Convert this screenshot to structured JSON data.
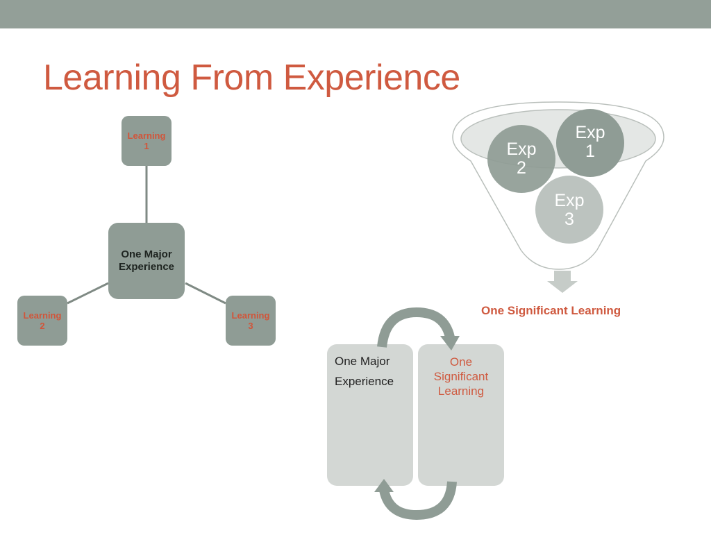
{
  "slide": {
    "title": "Learning From Experience"
  },
  "radial": {
    "center": [
      "One Major",
      "Experience"
    ],
    "node_top": [
      "Learning",
      "1"
    ],
    "node_left": [
      "Learning",
      "2"
    ],
    "node_right": [
      "Learning",
      "3"
    ]
  },
  "funnel": {
    "circles": [
      {
        "line1": "Exp",
        "line2": "1"
      },
      {
        "line1": "Exp",
        "line2": "2"
      },
      {
        "line1": "Exp",
        "line2": "3"
      }
    ],
    "caption": "One Significant Learning"
  },
  "cycle": {
    "left_lines": [
      "One Major",
      "Experience"
    ],
    "right_lines": [
      "One",
      "Significant",
      "Learning"
    ]
  },
  "colors": {
    "accent": "#cf5a40",
    "gray_dark": "#8f9c95",
    "gray_light": "#d3d7d4",
    "bar": "#939f98"
  }
}
